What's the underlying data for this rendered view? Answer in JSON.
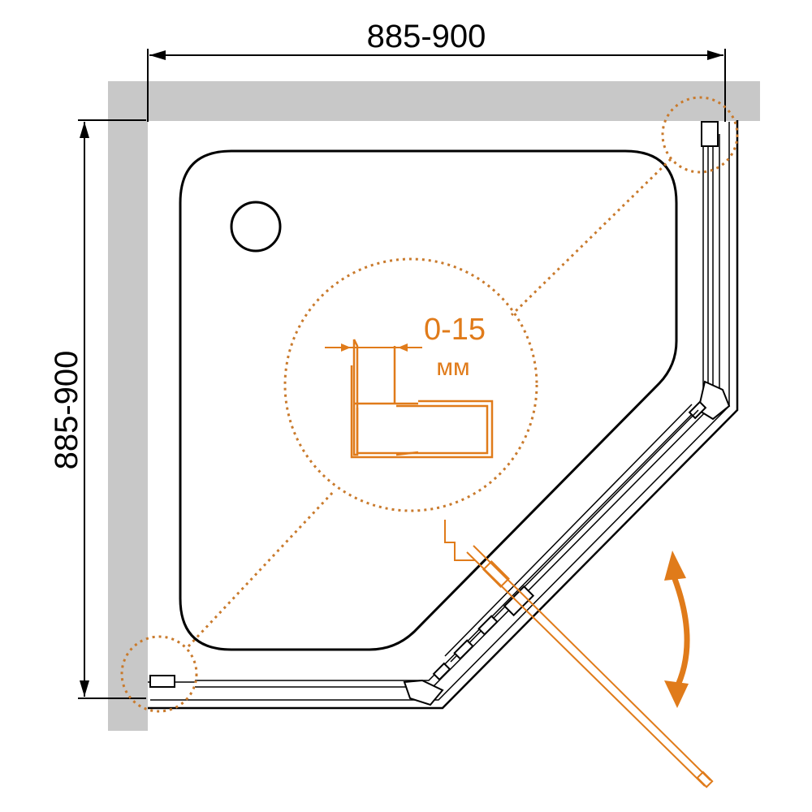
{
  "dimensions": {
    "width_label": "885-900",
    "height_label": "885-900"
  },
  "detail": {
    "gap_value": "0-15",
    "gap_unit": "мм"
  },
  "colors": {
    "wall": "#c8c8c8",
    "outline": "#000000",
    "accent": "#e07b1a",
    "dotted": "#c97a2c"
  }
}
